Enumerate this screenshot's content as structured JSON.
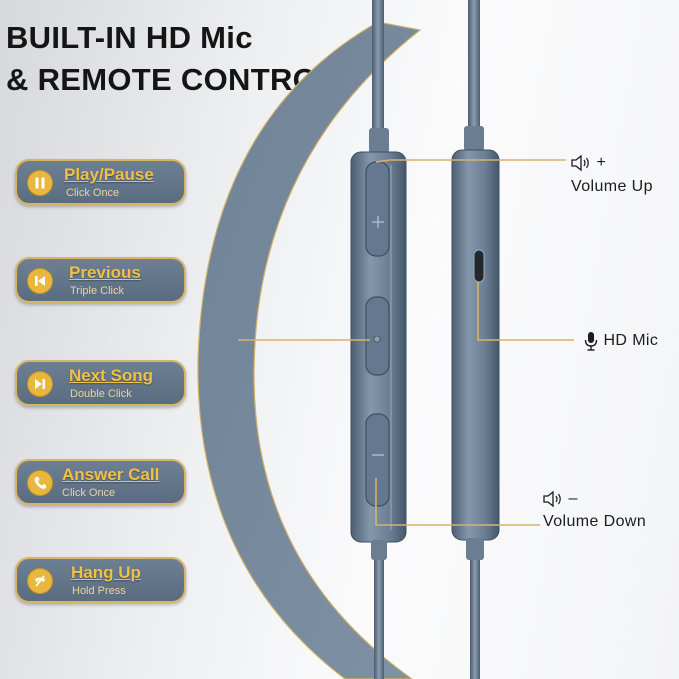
{
  "headline": {
    "line1": "BUILT-IN HD Mic",
    "line2": "& REMOTE  CONTROL"
  },
  "functions": [
    {
      "label": "Play/Pause",
      "action": "Click Once",
      "icon": "pause-icon"
    },
    {
      "label": "Previous",
      "action": "Triple Click",
      "icon": "skip-back-icon"
    },
    {
      "label": "Next Song",
      "action": "Double Click",
      "icon": "skip-forward-icon"
    },
    {
      "label": "Answer Call",
      "action": "Click Once",
      "icon": "phone-icon"
    },
    {
      "label": "Hang Up",
      "action": "Hold Press",
      "icon": "hang-up-icon"
    }
  ],
  "callouts": {
    "volume_up": {
      "symbol": "+",
      "text": "Volume Up",
      "icon": "speaker-icon"
    },
    "mic": {
      "text": "HD Mic",
      "icon": "microphone-icon"
    },
    "volume_down": {
      "symbol": "–",
      "text": "Volume Down",
      "icon": "speaker-icon"
    }
  },
  "colors": {
    "device": "#6e8298",
    "pill_fill": "#5f7185",
    "pill_border": "#d9b463",
    "label_gold": "#f1c045",
    "leader_line": "#d8b26a"
  }
}
